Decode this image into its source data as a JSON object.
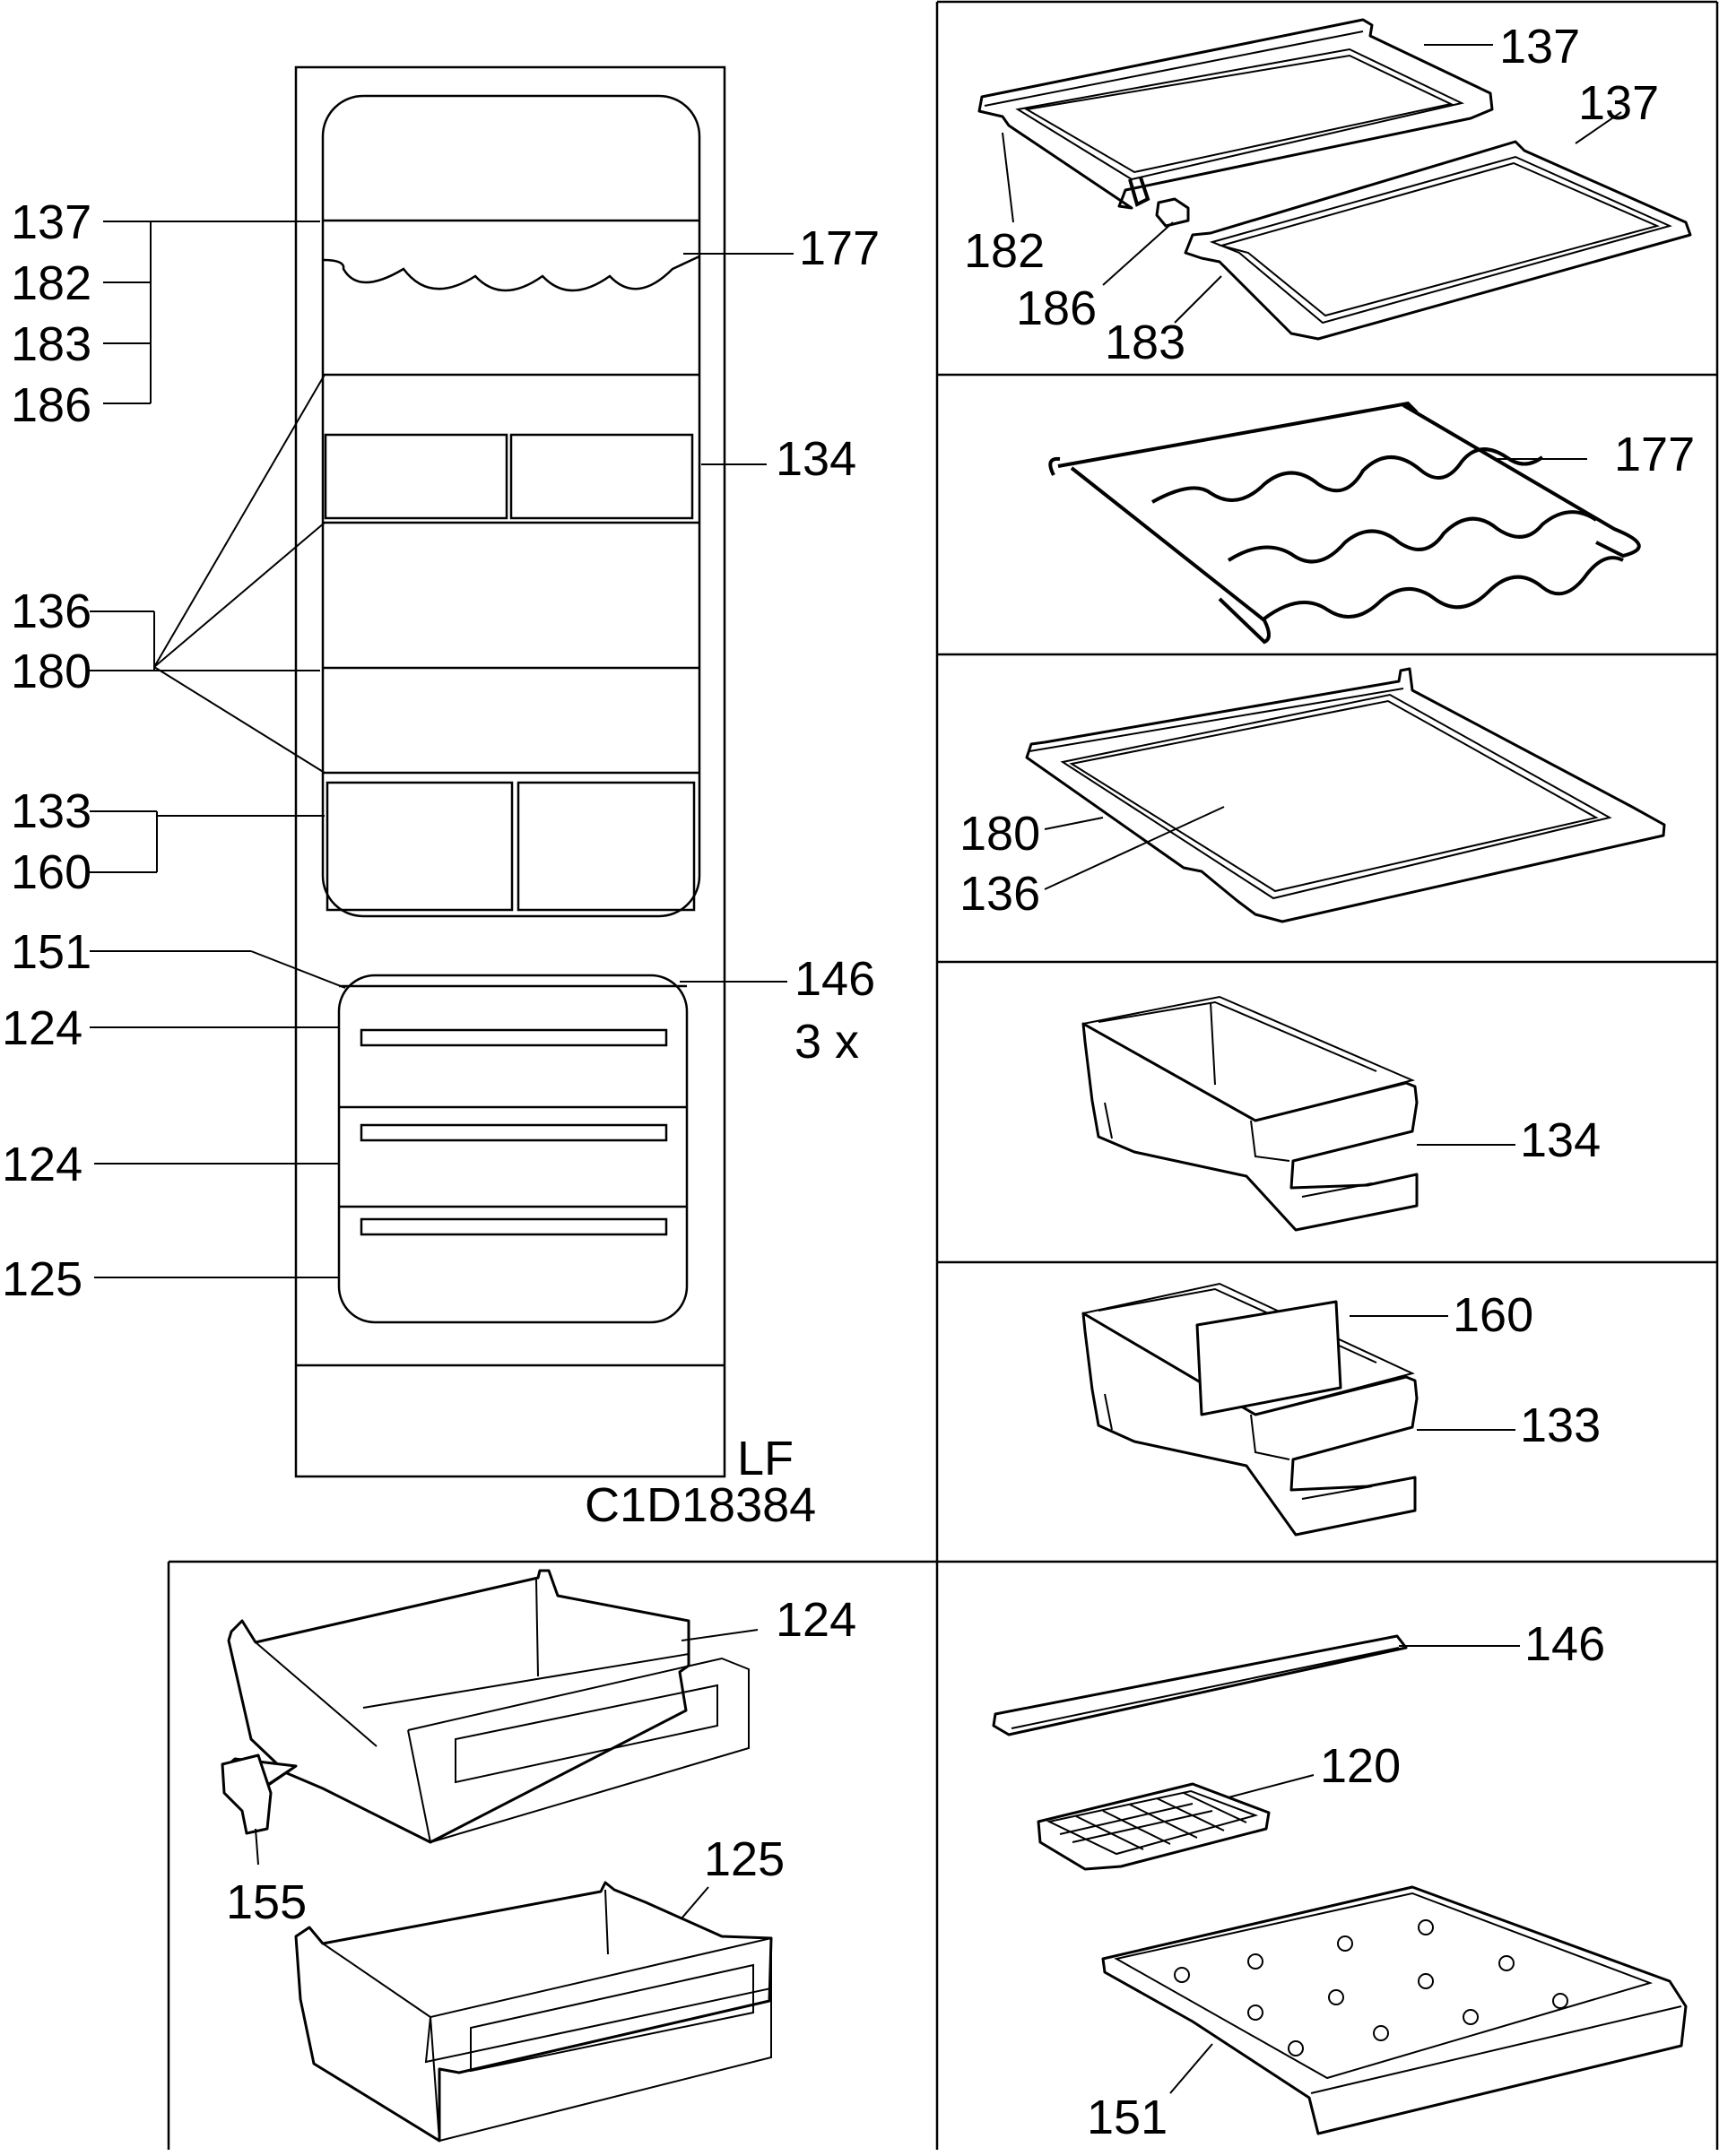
{
  "main_view": {
    "labels": {
      "l137": "137",
      "l182": "182",
      "l183": "183",
      "l186": "186",
      "l177": "177",
      "l134": "134",
      "l136": "136",
      "l180": "180",
      "l133": "133",
      "l160": "160",
      "l151": "151",
      "l146": "146",
      "l146_qty": "3 x",
      "l124a": "124",
      "l124b": "124",
      "l125": "125"
    },
    "caption_line1": "LF",
    "caption_line2": "C1D18384"
  },
  "panel_glass_shelves": {
    "l137a": "137",
    "l137b": "137",
    "l182": "182",
    "l186": "186",
    "l183": "183"
  },
  "panel_bottle_rack": {
    "l177": "177"
  },
  "panel_shelf": {
    "l180": "180",
    "l136": "136"
  },
  "panel_box_134": {
    "l134": "134"
  },
  "panel_box_133": {
    "l160": "160",
    "l133": "133"
  },
  "panel_drawers": {
    "l124": "124",
    "l125": "125",
    "l155": "155"
  },
  "panel_freezer_parts": {
    "l146": "146",
    "l120": "120",
    "l151": "151"
  }
}
